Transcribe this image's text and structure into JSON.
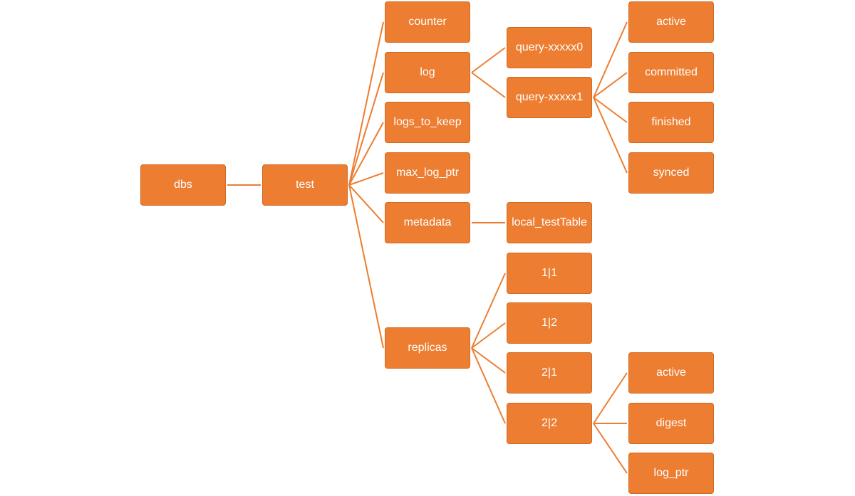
{
  "colors": {
    "node_fill": "#ED7D31",
    "node_border": "#CF6A24",
    "edge": "#ED7D31",
    "text": "#FFFFFF"
  },
  "nodes": {
    "dbs": "dbs",
    "test": "test",
    "counter": "counter",
    "log": "log",
    "logs_to_keep": "logs_to_keep",
    "max_log_ptr": "max_log_ptr",
    "metadata": "metadata",
    "replicas": "replicas",
    "query0": "query-xxxxx0",
    "query1": "query-xxxxx1",
    "local_testTable": "local_testTable",
    "r11": "1|1",
    "r12": "1|2",
    "r21": "2|1",
    "r22": "2|2",
    "q_active": "active",
    "q_committed": "committed",
    "q_finished": "finished",
    "q_synced": "synced",
    "r_active": "active",
    "r_digest": "digest",
    "r_log_ptr": "log_ptr"
  },
  "edges": [
    [
      "dbs",
      "test"
    ],
    [
      "test",
      "counter"
    ],
    [
      "test",
      "log"
    ],
    [
      "test",
      "logs_to_keep"
    ],
    [
      "test",
      "max_log_ptr"
    ],
    [
      "test",
      "metadata"
    ],
    [
      "test",
      "replicas"
    ],
    [
      "log",
      "query0"
    ],
    [
      "log",
      "query1"
    ],
    [
      "query1",
      "q_active"
    ],
    [
      "query1",
      "q_committed"
    ],
    [
      "query1",
      "q_finished"
    ],
    [
      "query1",
      "q_synced"
    ],
    [
      "metadata",
      "local_testTable"
    ],
    [
      "replicas",
      "r11"
    ],
    [
      "replicas",
      "r12"
    ],
    [
      "replicas",
      "r21"
    ],
    [
      "replicas",
      "r22"
    ],
    [
      "r22",
      "r_active"
    ],
    [
      "r22",
      "r_digest"
    ],
    [
      "r22",
      "r_log_ptr"
    ]
  ]
}
